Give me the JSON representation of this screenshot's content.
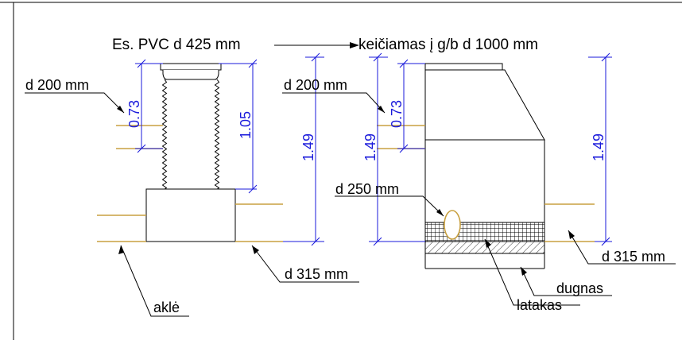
{
  "title": {
    "existing": "Es. PVC d 425 mm",
    "replacement": "keičiamas į g/b d 1000 mm"
  },
  "left": {
    "pipe_upper": "d 200 mm",
    "dim_pipe_offset": "0.73",
    "dim_shaft": "1.05",
    "dim_total": "1.49",
    "pipe_lower": "d 315 mm",
    "blind": "aklė"
  },
  "right": {
    "pipe_upper": "d 200 mm",
    "dim_pipe_offset": "0.73",
    "dim_total_left": "1.49",
    "dim_total_right": "1.49",
    "inlet": "d 250 mm",
    "pipe_lower": "d 315 mm",
    "bottom": "dugnas",
    "channel": "latakas"
  },
  "colors": {
    "pipe": "#c8a040",
    "dimension": "#1a1adb",
    "line": "#000000"
  }
}
